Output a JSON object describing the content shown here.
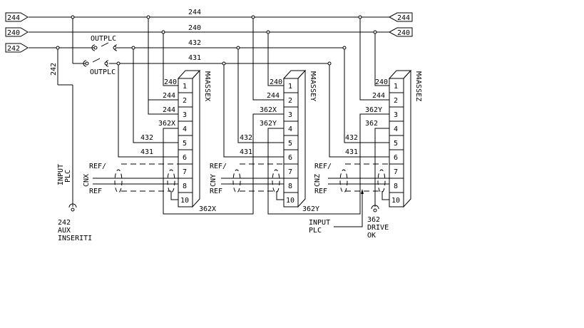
{
  "bus": {
    "left_tags": [
      "244",
      "240",
      "242"
    ],
    "right_tags": [
      "244",
      "240"
    ],
    "line_labels": [
      "244",
      "240",
      "432",
      "431"
    ]
  },
  "switches": {
    "upper_label": "OUTPLC",
    "lower_label": "OUTPLC"
  },
  "wire_242_label": "242",
  "input_plc_left": {
    "line1": "INPUT",
    "line2": "PLC"
  },
  "aux": {
    "line1": "242",
    "line2": "AUX",
    "line3": "INSERITI"
  },
  "drive_ok": {
    "line1": "362",
    "line2": "DRIVE",
    "line3": "OK"
  },
  "input_plc_bottom": {
    "line1": "INPUT",
    "line2": "PLC"
  },
  "modules": [
    {
      "name": "M4ASSEX",
      "connector": "CNX",
      "terminals": [
        "1",
        "2",
        "3",
        "4",
        "5",
        "6",
        "7",
        "8",
        "10"
      ],
      "wire_labels": [
        "240",
        "244",
        "244",
        "362X",
        "432",
        "431"
      ],
      "ref_top": "REF/",
      "ref_bottom": "REF",
      "bottom_label": "362X"
    },
    {
      "name": "M4ASSEY",
      "connector": "CNY",
      "terminals": [
        "1",
        "2",
        "3",
        "4",
        "5",
        "6",
        "7",
        "8",
        "10"
      ],
      "wire_labels": [
        "240",
        "244",
        "362X",
        "362Y",
        "432",
        "431"
      ],
      "ref_top": "REF/",
      "ref_bottom": "REF",
      "bottom_label": "362Y"
    },
    {
      "name": "M4ASSEZ",
      "connector": "CNZ",
      "terminals": [
        "1",
        "2",
        "3",
        "4",
        "5",
        "6",
        "7",
        "8",
        "10"
      ],
      "wire_labels": [
        "240",
        "244",
        "362Y",
        "362",
        "432",
        "431"
      ],
      "ref_top": "REF/",
      "ref_bottom": "REF",
      "bottom_label": ""
    }
  ]
}
